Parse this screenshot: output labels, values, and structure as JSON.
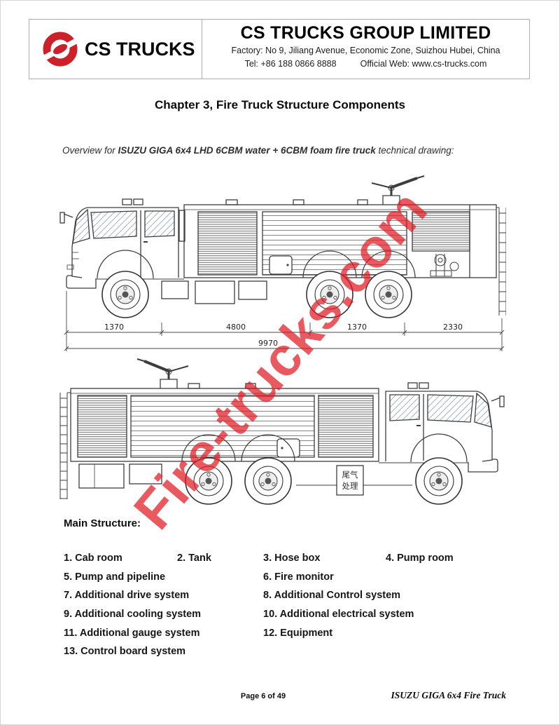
{
  "header": {
    "logo_text": "CS TRUCKS",
    "company_name": "CS TRUCKS GROUP LIMITED",
    "address": "Factory: No 9, Jiliang Avenue, Economic Zone, Suizhou Hubei, China",
    "tel": "Tel: +86 188 0866 8888",
    "web": "Official Web: www.cs-trucks.com"
  },
  "chapter_title": "Chapter 3, Fire Truck Structure Components",
  "overview": {
    "prefix": "Overview for ",
    "model": "ISUZU GIGA 6x4 LHD 6CBM water + 6CBM foam fire truck",
    "suffix": " technical drawing:"
  },
  "watermark": "Fire-trucks.com",
  "drawings": {
    "top": {
      "dims": [
        "1370",
        "4800",
        "1370",
        "2330"
      ],
      "total": "9970"
    },
    "bottom": {
      "exhaust_line1": "尾气",
      "exhaust_line2": "处理"
    }
  },
  "main_structure": {
    "heading": "Main Structure:",
    "rows": [
      [
        "1. Cab room",
        "2. Tank",
        "3. Hose box",
        "4. Pump room"
      ],
      [
        "5. Pump and pipeline",
        "6. Fire monitor"
      ],
      [
        "7. Additional drive system",
        "8. Additional Control system"
      ],
      [
        "9. Additional cooling system",
        "10. Additional electrical system"
      ],
      [
        "11. Additional gauge system",
        "12. Equipment"
      ],
      [
        "13. Control board system"
      ]
    ]
  },
  "footer": {
    "page_label": "Page 6 of  49",
    "doc_label": "ISUZU GIGA 6x4 Fire Truck"
  }
}
